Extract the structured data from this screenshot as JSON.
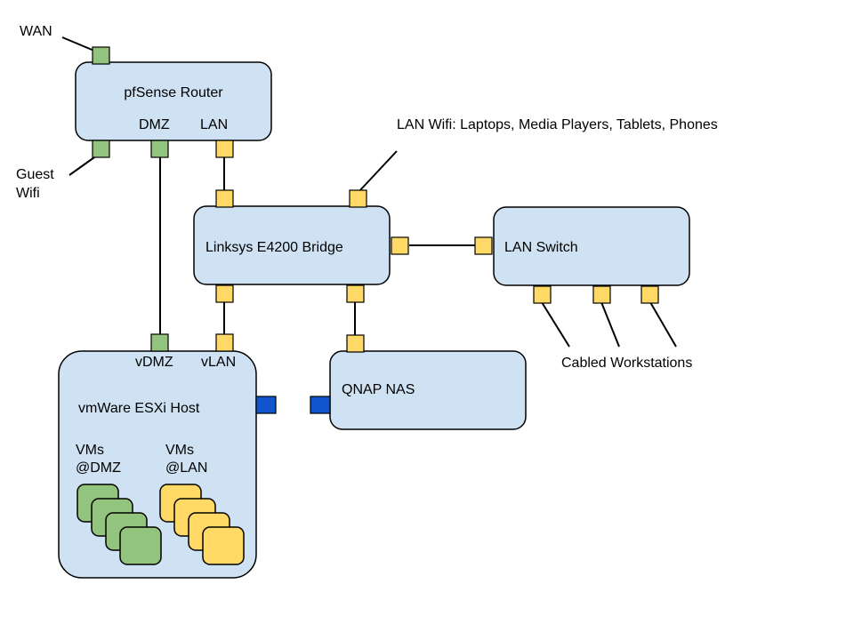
{
  "colors": {
    "box_fill": "#cfe2f3",
    "port_dmz": "#93c47d",
    "port_lan": "#ffd966",
    "port_storage": "#1155cc",
    "stroke": "#000000"
  },
  "labels": {
    "wan": "WAN",
    "guest": "Guest",
    "wifi": "Wifi",
    "lan_wifi": "LAN Wifi: Laptops, Media Players, Tablets, Phones",
    "cabled": "Cabled Workstations"
  },
  "router": {
    "title": "pfSense Router",
    "dmz": "DMZ",
    "lan": "LAN"
  },
  "bridge": {
    "title": "Linksys E4200 Bridge"
  },
  "switch": {
    "title": "LAN Switch"
  },
  "nas": {
    "title": "QNAP NAS"
  },
  "esxi": {
    "title": "vmWare ESXi Host",
    "vdmz": "vDMZ",
    "vlan": "vLAN",
    "vms_dmz_1": "VMs",
    "vms_dmz_2": "@DMZ",
    "vms_lan_1": "VMs",
    "vms_lan_2": "@LAN"
  }
}
